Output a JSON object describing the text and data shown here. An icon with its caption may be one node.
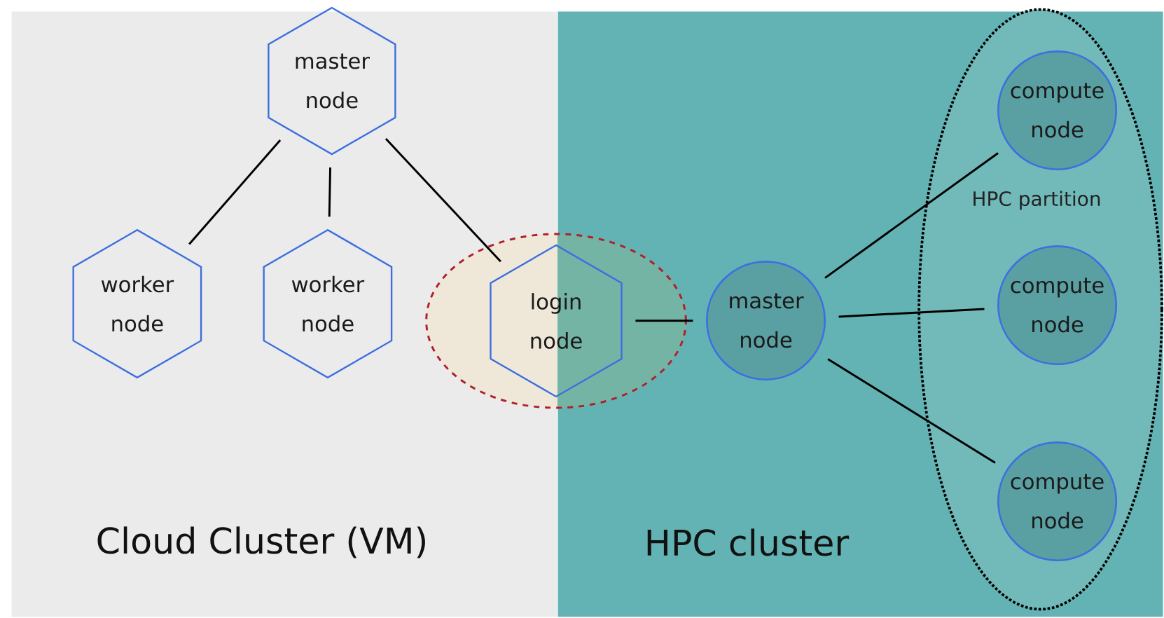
{
  "diagram": {
    "nodes": [
      {
        "text": [
          "Cloud Cluster (VM)"
        ]
      },
      {
        "text": [
          "HPC cluster"
        ]
      },
      {
        "text": [
          "master node"
        ],
        "in": 0
      },
      {
        "text": [
          "worker node"
        ],
        "in": 0
      },
      {
        "text": [
          "worker node"
        ],
        "in": 0
      },
      {
        "text": [],
        "shape": "ellipse"
      },
      {
        "text": [
          "login node"
        ],
        "in": 5
      },
      {
        "text": [
          "master node"
        ],
        "in": 1
      },
      {
        "text": [
          "HPC partition"
        ],
        "in": 1
      },
      {
        "text": [
          "compute node"
        ],
        "in": 8
      },
      {
        "text": [
          "compute node"
        ],
        "in": 8
      },
      {
        "text": [
          "compute node"
        ],
        "in": 8
      }
    ],
    "edges": [
      {
        "from": 2,
        "to": 3,
        "arrow": "none"
      },
      {
        "from": 2,
        "to": 4,
        "arrow": "none"
      },
      {
        "from": 2,
        "to": 6,
        "arrow": "none"
      },
      {
        "from": 6,
        "to": 7,
        "arrow": "none"
      },
      {
        "from": 7,
        "to": 9,
        "arrow": "none"
      },
      {
        "from": 7,
        "to": 10,
        "arrow": "none"
      },
      {
        "from": 7,
        "to": 11,
        "arrow": "none"
      }
    ]
  }
}
